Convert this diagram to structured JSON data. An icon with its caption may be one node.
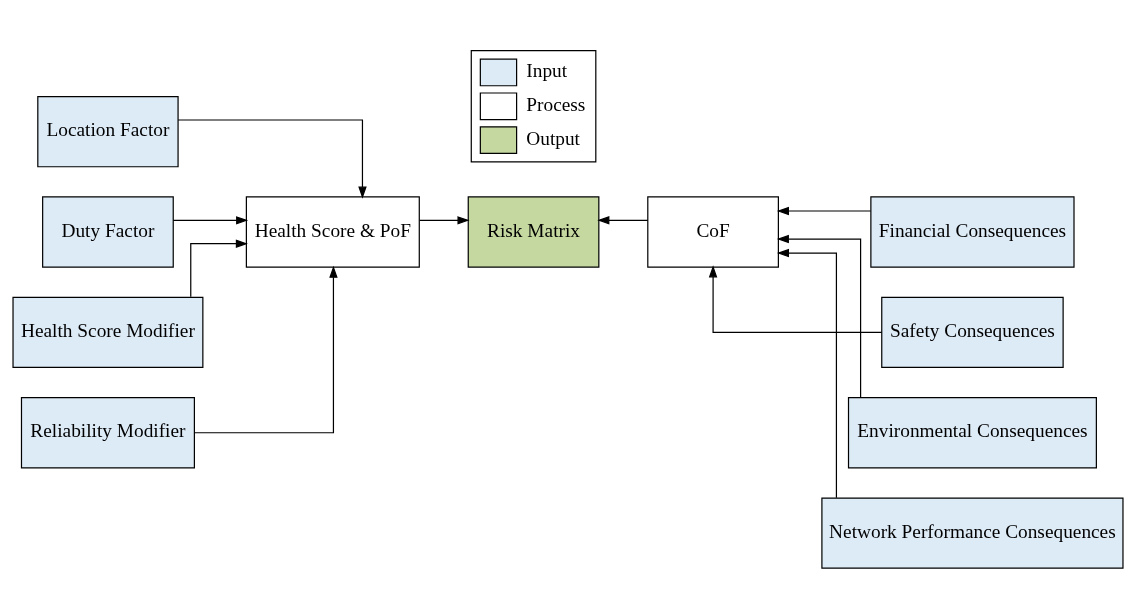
{
  "diagram": {
    "nodes": [
      {
        "text": [
          "Location Factor"
        ]
      },
      {
        "text": [
          "Duty Factor"
        ]
      },
      {
        "text": [
          "Health Score Modifier"
        ]
      },
      {
        "text": [
          "Reliability Modifier"
        ]
      },
      {
        "text": [
          "Health Score & PoF"
        ]
      },
      {
        "text": [
          "Risk Matrix"
        ]
      },
      {
        "text": [
          "CoF"
        ]
      },
      {
        "text": [
          "Financial Consequences"
        ]
      },
      {
        "text": [
          "Safety Consequences"
        ]
      },
      {
        "text": [
          "Environmental Consequences"
        ]
      },
      {
        "text": [
          "Network Performance Consequences"
        ]
      }
    ],
    "edges": [
      {
        "from": 0,
        "to": 4,
        "arrow": "to"
      },
      {
        "from": 1,
        "to": 4,
        "arrow": "to"
      },
      {
        "from": 2,
        "to": 4,
        "arrow": "to"
      },
      {
        "from": 3,
        "to": 4,
        "arrow": "to"
      },
      {
        "from": 4,
        "to": 5,
        "arrow": "to"
      },
      {
        "from": 6,
        "to": 5,
        "arrow": "to"
      },
      {
        "from": 7,
        "to": 6,
        "arrow": "to"
      },
      {
        "from": 8,
        "to": 6,
        "arrow": "to"
      },
      {
        "from": 9,
        "to": 6,
        "arrow": "to"
      },
      {
        "from": 10,
        "to": 6,
        "arrow": "to"
      }
    ],
    "legend": [
      {
        "text": "Input",
        "color": "#ddebf7"
      },
      {
        "text": "Process",
        "color": "#ffffff"
      },
      {
        "text": "Output",
        "color": "#c5d8a0"
      }
    ]
  }
}
